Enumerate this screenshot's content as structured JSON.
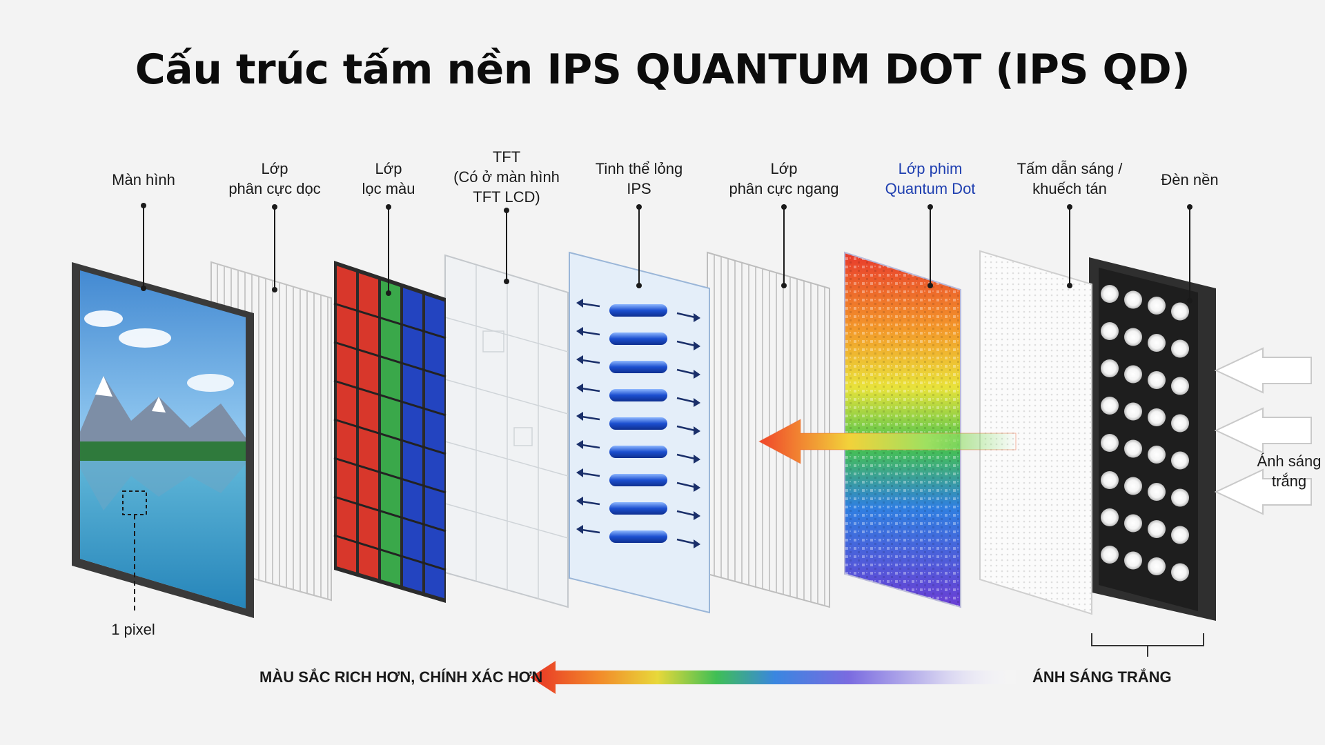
{
  "title": "Cấu trúc tấm nền IPS QUANTUM DOT (IPS QD)",
  "layers": [
    {
      "lines": [
        "Màn hình"
      ]
    },
    {
      "lines": [
        "Lớp",
        "phân cực dọc"
      ]
    },
    {
      "lines": [
        "Lớp",
        "lọc màu"
      ]
    },
    {
      "lines": [
        "TFT",
        "(Có ở màn hình",
        "TFT LCD)"
      ]
    },
    {
      "lines": [
        "Tinh thể lỏng",
        "IPS"
      ]
    },
    {
      "lines": [
        "Lớp",
        "phân cực ngang"
      ]
    },
    {
      "lines": [
        "Lớp phim",
        "Quantum Dot"
      ]
    },
    {
      "lines": [
        "Tấm dẫn sáng /",
        "khuếch tán"
      ]
    },
    {
      "lines": [
        "Đèn nền"
      ]
    }
  ],
  "pixel_label": "1 pixel",
  "incoming_light_label": [
    "Ánh sáng",
    "trắng"
  ],
  "bottom_left_label": "MÀU SẮC RICH HƠN, CHÍNH XÁC HƠN",
  "bottom_right_label": "ÁNH SÁNG TRẮNG",
  "colors": {
    "qd_label": "#1f3fb0",
    "red": "#e8322a",
    "green": "#2fae4a",
    "blue": "#2346c8",
    "frame": "#2b2b2b"
  },
  "icons": [
    "arrow-left-icon",
    "arrow-right-icon",
    "led-icon"
  ]
}
